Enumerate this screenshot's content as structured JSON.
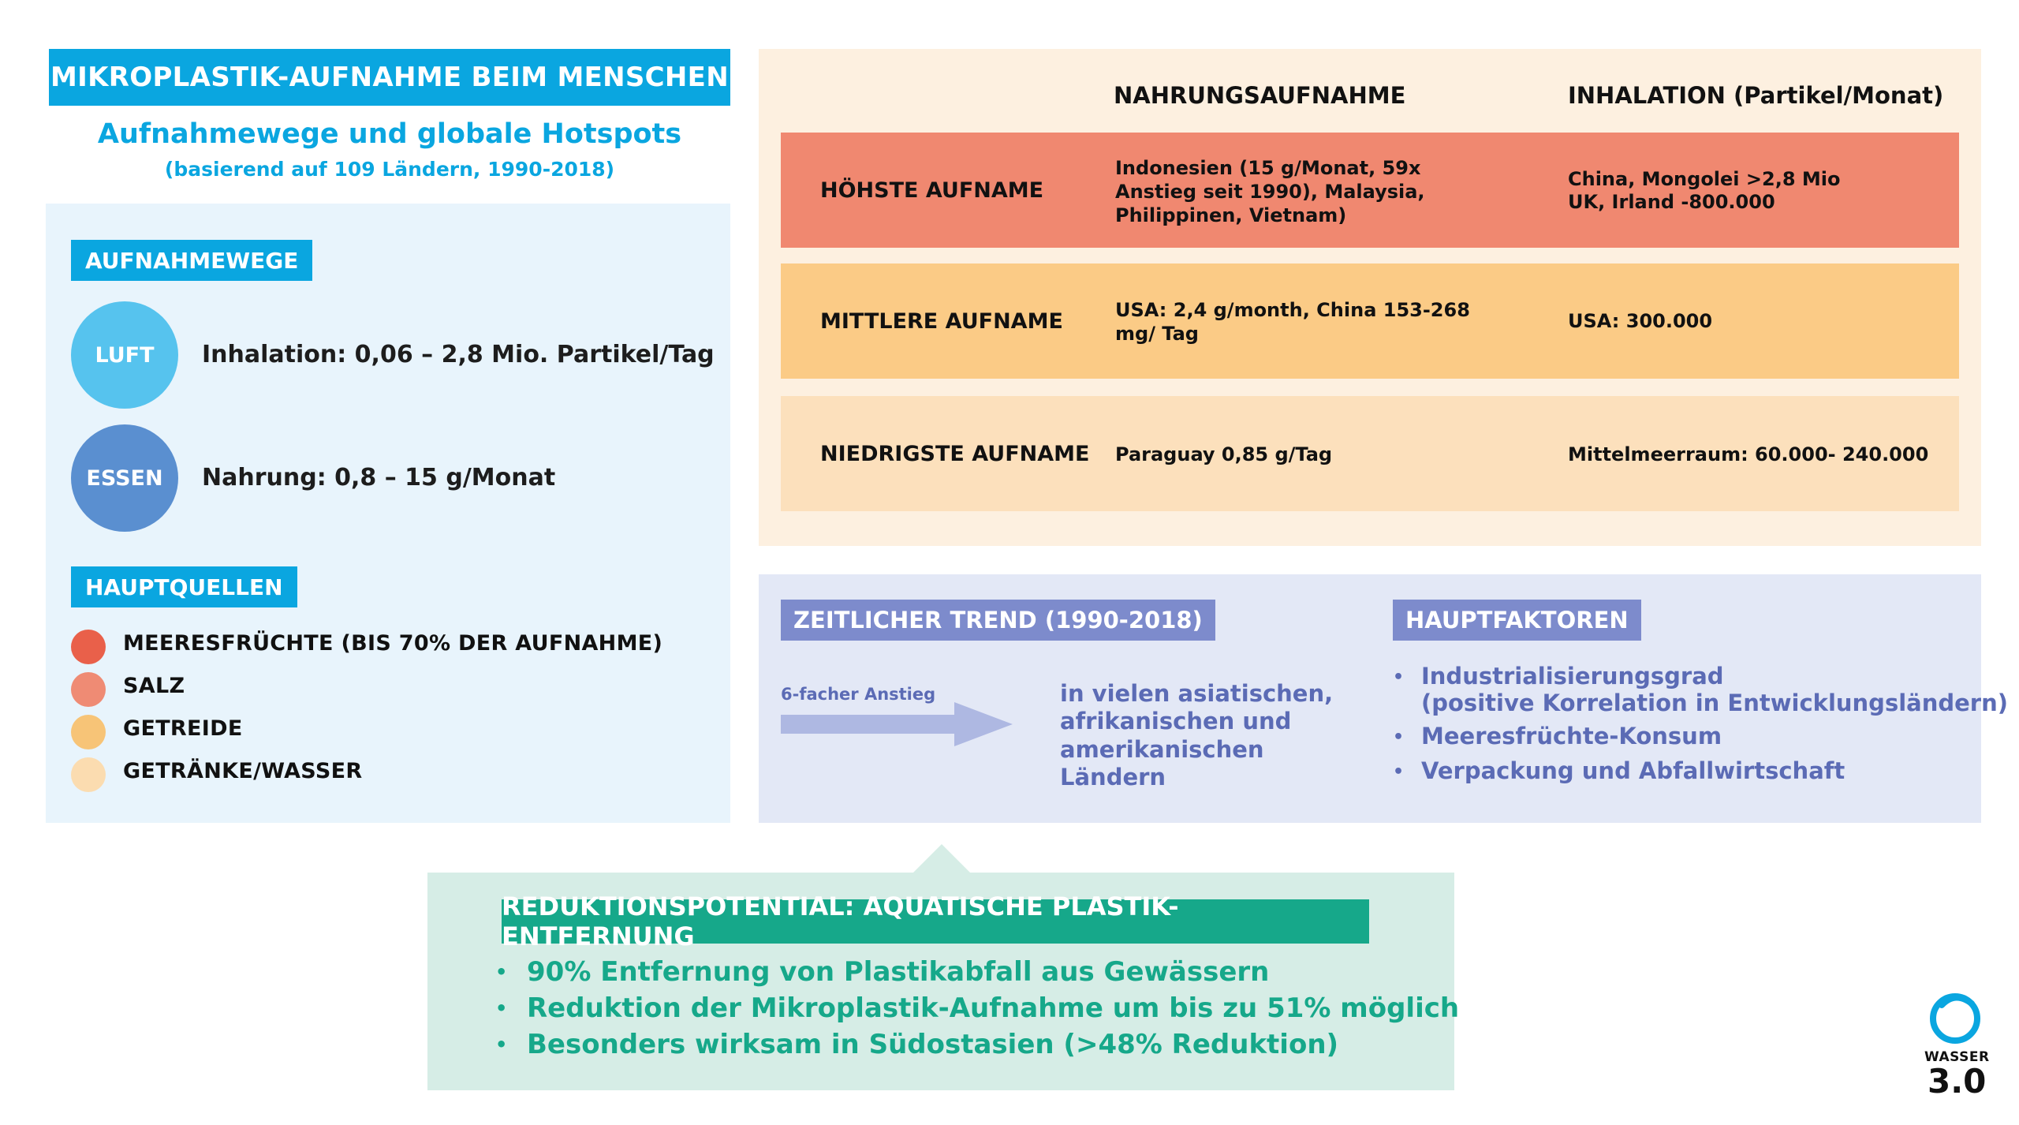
{
  "header": {
    "title": "MIKROPLASTIK-AUFNAHME BEIM MENSCHEN",
    "subtitle": "Aufnahmewege und globale Hotspots",
    "subsubtitle": "(basierend auf 109 Ländern, 1990-2018)"
  },
  "aufnahmewege": {
    "label": "AUFNAHMEWEGE",
    "items": [
      {
        "circle": "LUFT",
        "text": "Inhalation: 0,06 – 2,8 Mio. Partikel/Tag",
        "color": "#56c3ee"
      },
      {
        "circle": "ESSEN",
        "text": "Nahrung: 0,8 – 15 g/Monat",
        "color": "#5a8fd0"
      }
    ]
  },
  "hauptquellen": {
    "label": "HAUPTQUELLEN",
    "items": [
      {
        "text": "MEERESFRÜCHTE  (BIS 70% DER AUFNAHME)",
        "color": "#e9604a"
      },
      {
        "text": "SALZ",
        "color": "#ef8b74"
      },
      {
        "text": "GETREIDE",
        "color": "#f7c477"
      },
      {
        "text": "GETRÄNKE/WASSER",
        "color": "#fbdcb0"
      }
    ]
  },
  "table": {
    "columns": [
      "NAHRUNGSAUFNAHME",
      "INHALATION (Partikel/Monat)"
    ],
    "rows": [
      {
        "label": "HÖHSTE AUFNAME",
        "food": "Indonesien (15 g/Monat, 59x Anstieg seit 1990), Malaysia, Philippinen, Vietnam)",
        "inhal_1": "China, Mongolei >2,8 Mio",
        "inhal_2": "UK, Irland -800.000",
        "color": "#f08870"
      },
      {
        "label": "MITTLERE AUFNAME",
        "food": "USA: 2,4 g/month, China 153-268 mg/ Tag",
        "inhal_1": "USA: 300.000",
        "inhal_2": "",
        "color": "#fbcb86"
      },
      {
        "label": "NIEDRIGSTE AUFNAME",
        "food": "Paraguay 0,85 g/Tag",
        "inhal_1": "Mittelmeerraum: 60.000- 240.000",
        "inhal_2": "",
        "color": "#fce0bc"
      }
    ]
  },
  "trend": {
    "label": "ZEITLICHER TREND (1990-2018)",
    "arrow_label": "6-facher Anstieg",
    "text": "in vielen asiatischen, afrikanischen und amerikanischen Ländern"
  },
  "factors": {
    "label": "HAUPTFAKTOREN",
    "items": [
      {
        "line1": "Industrialisierungsgrad",
        "line2": "(positive Korrelation in Entwicklungsländern)"
      },
      {
        "line1": "Meeresfrüchte-Konsum",
        "line2": ""
      },
      {
        "line1": "Verpackung und Abfallwirtschaft",
        "line2": ""
      }
    ]
  },
  "reduction": {
    "label": "REDUKTIONSPOTENTIAL: AQUATISCHE PLASTIK-ENTFERNUNG",
    "items": [
      "90% Entfernung von Plastikabfall aus Gewässern",
      "Reduktion der Mikroplastik-Aufnahme um bis zu 51% möglich",
      "Besonders wirksam in Südostasien (>48% Reduktion)"
    ]
  },
  "logo": {
    "top": "WASSER",
    "bottom": "3.0"
  }
}
